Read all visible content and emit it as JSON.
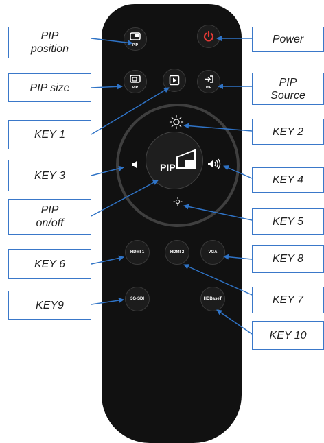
{
  "labels": {
    "pip_position": "PIP\nposition",
    "power": "Power",
    "pip_size": "PIP size",
    "pip_source": "PIP\nSource",
    "key1": "KEY 1",
    "key2": "KEY 2",
    "key3": "KEY 3",
    "key4": "KEY 4",
    "pip_onoff": "PIP\non/off",
    "key5": "KEY 5",
    "key6": "KEY 6",
    "key8": "KEY 8",
    "key7": "KEY 7",
    "key9": "KEY9",
    "key10": "KEY 10"
  },
  "buttons": {
    "pip_sub": "PIP",
    "center": "PIP",
    "hdmi1": "HDMI 1",
    "hdmi2": "HDMI 2",
    "vga": "VGA",
    "sdi": "3G-SDI",
    "hdbaset": "HDBaseT"
  },
  "colors": {
    "box_border": "#3a78c9",
    "arrow": "#2f73c6",
    "remote_body": "#111111",
    "power_icon": "#e53935"
  }
}
